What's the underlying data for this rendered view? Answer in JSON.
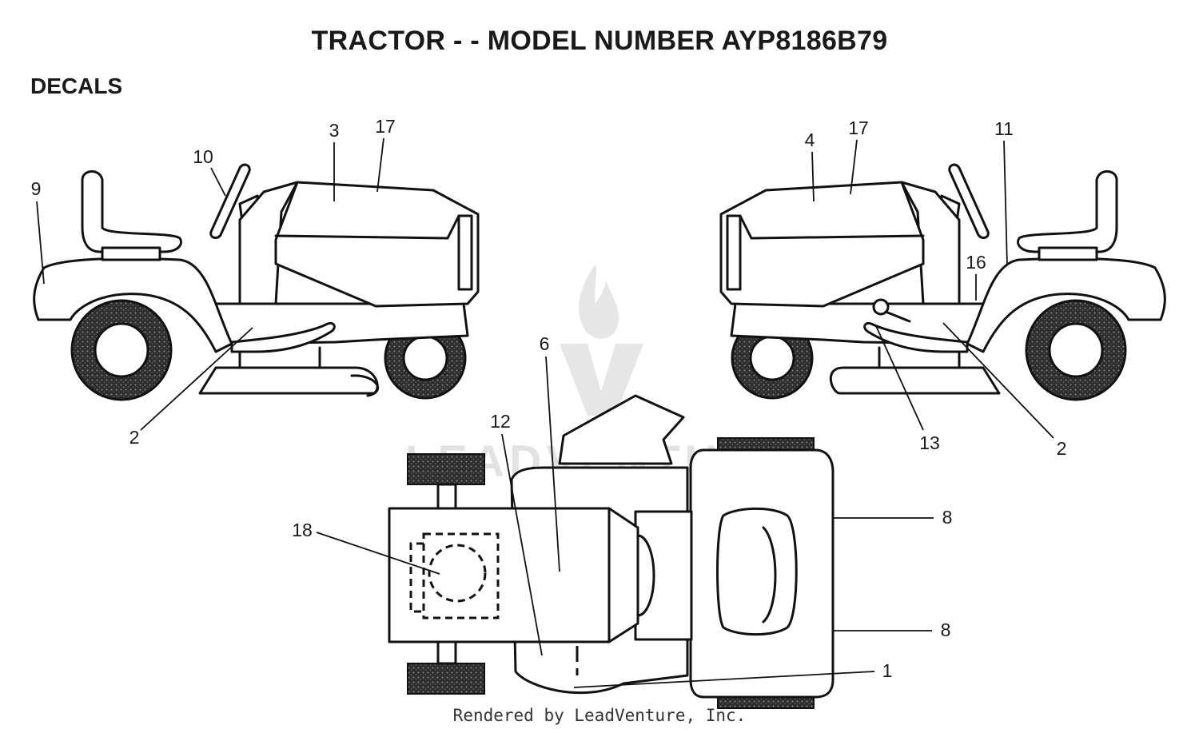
{
  "page": {
    "title": "TRACTOR - - MODEL NUMBER AYP8186B79",
    "section": "DECALS",
    "footer": "Rendered by LeadVenture, Inc.",
    "watermark": "LEADVENTURE"
  },
  "callouts": {
    "left_view": [
      "9",
      "10",
      "3",
      "17",
      "2"
    ],
    "right_view": [
      "4",
      "17",
      "11",
      "16",
      "13",
      "2"
    ],
    "top_view": [
      "6",
      "12",
      "18",
      "8",
      "8",
      "1"
    ]
  },
  "colors": {
    "line": "#111111",
    "tire": "#333333",
    "watermark": "#dddddd"
  }
}
